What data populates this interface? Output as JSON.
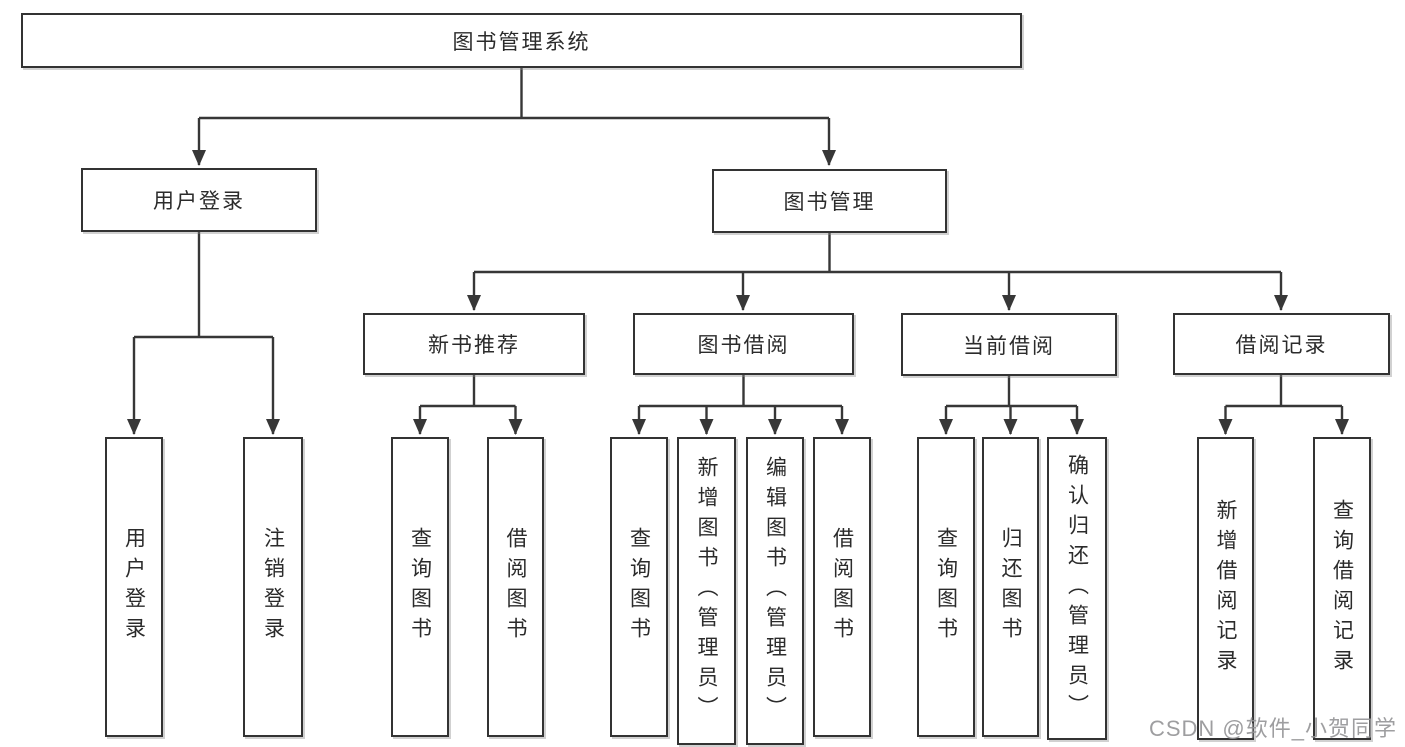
{
  "colors": {
    "background": "#ffffff",
    "line": "#373737",
    "box_border": "#333333",
    "text": "#2b2b2b",
    "watermark": "#949496"
  },
  "diagram": {
    "type": "tree",
    "root": {
      "label": "图书管理系统"
    },
    "branches": [
      {
        "label": "用户登录",
        "children": [
          {
            "label": "用户登录"
          },
          {
            "label": "注销登录"
          }
        ]
      },
      {
        "label": "图书管理",
        "children": [
          {
            "label": "新书推荐",
            "children": [
              {
                "label": "查询图书"
              },
              {
                "label": "借阅图书"
              }
            ]
          },
          {
            "label": "图书借阅",
            "children": [
              {
                "label": "查询图书"
              },
              {
                "label": "新增图书（管理员）"
              },
              {
                "label": "编辑图书（管理员）"
              },
              {
                "label": "借阅图书"
              }
            ]
          },
          {
            "label": "当前借阅",
            "children": [
              {
                "label": "查询图书"
              },
              {
                "label": "归还图书"
              },
              {
                "label": "确认归还（管理员）"
              }
            ]
          },
          {
            "label": "借阅记录",
            "children": [
              {
                "label": "新增借阅记录"
              },
              {
                "label": "查询借阅记录"
              }
            ]
          }
        ]
      }
    ]
  },
  "watermark": {
    "text": "CSDN @软件_小贺同学"
  }
}
